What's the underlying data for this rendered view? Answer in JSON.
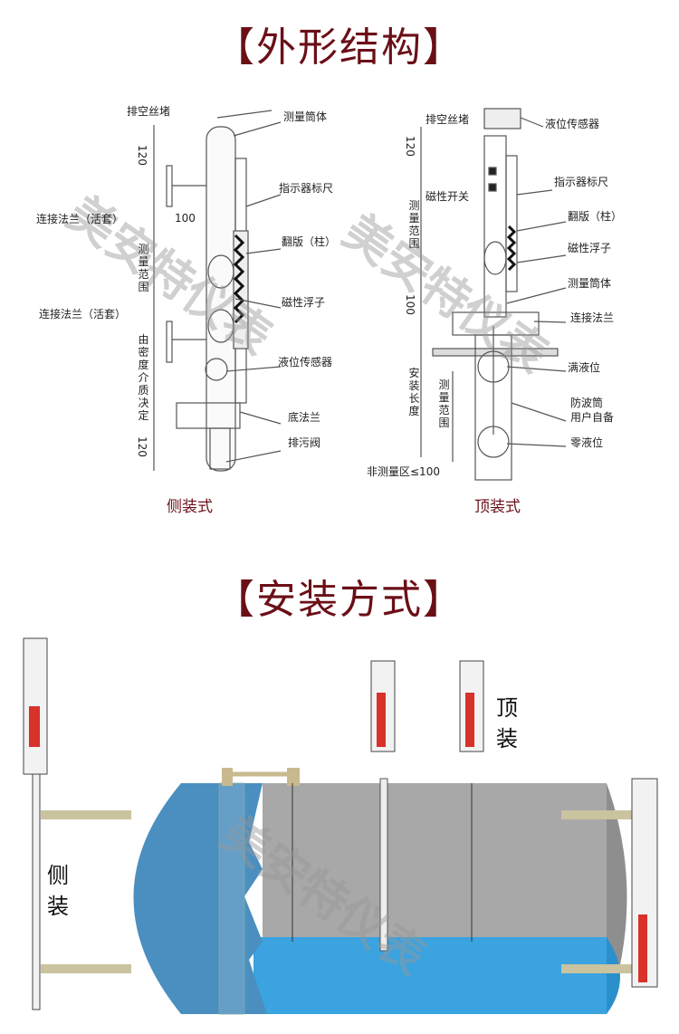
{
  "section1_title": "【外形结构】",
  "section2_title": "【安装方式】",
  "watermark": "美安特仪表",
  "side_mount": {
    "caption": "侧装式",
    "labels": {
      "vent_plug": "排空丝堵",
      "measuring_tube": "测量筒体",
      "indicator_scale": "指示器标尺",
      "flange_upper": "连接法兰（活套）",
      "flap": "翻版（柱）",
      "magnetic_float": "磁性浮子",
      "flange_lower": "连接法兰（活套）",
      "level_sensor": "液位传感器",
      "bottom_flange": "底法兰",
      "drain_valve": "排污阀",
      "measuring_range": "测量范围",
      "density_note": "由密度介质决定",
      "dim_top": "120",
      "dim_offset": "100",
      "dim_bottom": "120"
    }
  },
  "top_mount": {
    "caption": "顶装式",
    "labels": {
      "vent_plug": "排空丝堵",
      "level_sensor": "液位传感器",
      "indicator_scale": "指示器标尺",
      "magnetic_switch": "磁性开关",
      "flap": "翻版（柱）",
      "magnetic_float": "磁性浮子",
      "measuring_tube": "测量筒体",
      "connect_flange": "连接法兰",
      "full_level": "满液位",
      "wave_tube_1": "防波筒",
      "wave_tube_2": "用户自备",
      "zero_level": "零液位",
      "non_measure": "非测量区≤100",
      "measuring_range": "测量范围",
      "measuring_range_2": "测量范围",
      "install_length": "安装长度",
      "dim_top": "120",
      "dim_mid": "100"
    }
  },
  "install": {
    "side_label": "侧装",
    "top_label": "顶装"
  },
  "colors": {
    "title": "#6b0f17",
    "tank_blue": "#4a8fbf",
    "tank_gray": "#a9a9a9",
    "liquid": "#3aa3e0",
    "indicator_red": "#d8322a"
  }
}
